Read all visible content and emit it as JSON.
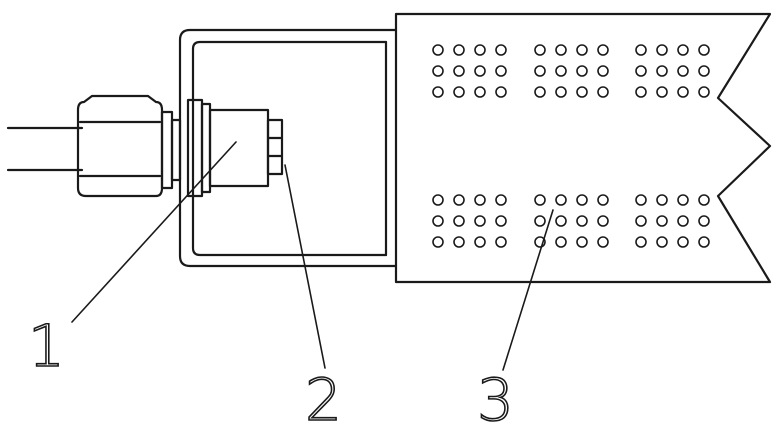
{
  "labels": [
    {
      "id": "label-1",
      "text": "1"
    },
    {
      "id": "label-2",
      "text": "2"
    },
    {
      "id": "label-3",
      "text": "3"
    }
  ],
  "hole_pattern": {
    "groups_per_row": 3,
    "rows_of_groups": 2,
    "rows_per_group": 3,
    "holes_per_row": 4
  },
  "colors": {
    "line": "#1a1a1a",
    "background": "#ffffff"
  }
}
